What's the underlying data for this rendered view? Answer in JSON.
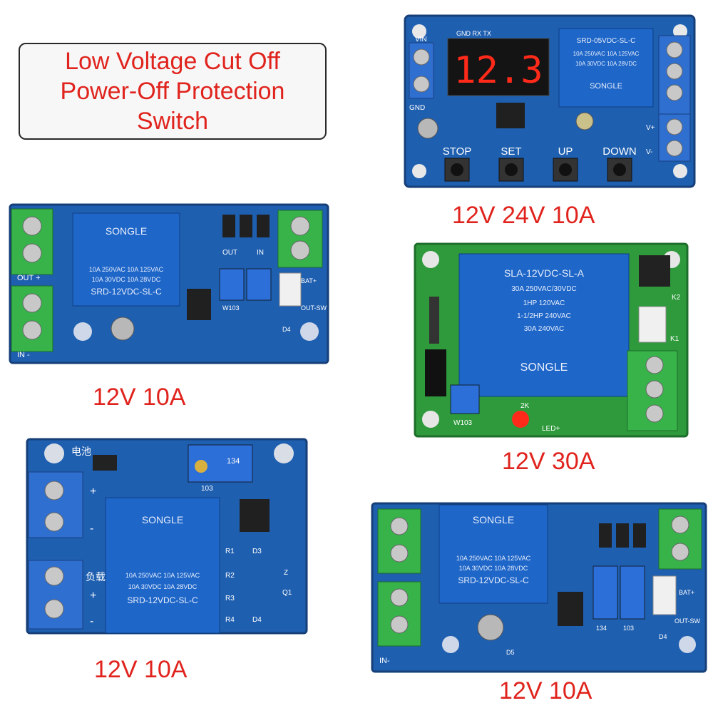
{
  "title": {
    "lines": [
      "Low Voltage Cut Off",
      "Power-Off Protection",
      "Switch"
    ]
  },
  "captions": {
    "board1": "12V 24V 10A",
    "board2": "12V 10A",
    "board3": "12V 30A",
    "board4": "12V 10A",
    "board5": "12V 10A"
  },
  "board1": {
    "display": "12.3",
    "buttons": [
      "STOP",
      "SET",
      "UP",
      "DOWN"
    ],
    "relay": [
      "SRD-05VDC-SL-C",
      "10A 250VAC 10A 125VAC",
      "10A 30VDC 10A 28VDC",
      "SONGLE"
    ],
    "labels": [
      "VIN",
      "GND",
      "V+",
      "V-",
      "GND RX TX"
    ]
  },
  "board2": {
    "relay": [
      "SONGLE",
      "10A 250VAC 10A 125VAC",
      "10A 30VDC 10A 28VDC",
      "SRD-12VDC-SL-C"
    ],
    "labels": [
      "OUT +",
      "IN -",
      "OUT",
      "IN",
      "BAT+",
      "OUT-SW",
      "W103",
      "D4"
    ]
  },
  "board3": {
    "relay": [
      "SLA-12VDC-SL-A",
      "30A 250VAC/30VDC",
      "1HP 120VAC",
      "1-1/2HP 240VAC",
      "30A 240VAC",
      "SONGLE"
    ],
    "labels": [
      "W103",
      "LED+",
      "K2",
      "K1",
      "2K"
    ]
  },
  "board4": {
    "relay": [
      "SONGLE",
      "10A 250VAC 10A 125VAC",
      "10A 30VDC 10A 28VDC",
      "SRD-12VDC-SL-C"
    ],
    "labels": [
      "电池",
      "负载",
      "+",
      "-",
      "+",
      "-",
      "103",
      "134",
      "R1",
      "R2",
      "R3",
      "R4",
      "D3",
      "D4",
      "Q1",
      "Z"
    ]
  },
  "board5": {
    "relay": [
      "SONGLE",
      "10A 250VAC 10A 125VAC",
      "10A 30VDC 10A 28VDC",
      "SRD-12VDC-SL-C"
    ],
    "labels": [
      "IN-",
      "BAT+",
      "OUT-SW",
      "134",
      "103",
      "D4",
      "D5"
    ]
  },
  "colors": {
    "caption_red": "#e0231d",
    "pcb_blue": "#1f5fb0",
    "pcb_green": "#2f9a3c",
    "terminal_blue": "#2f6fd0",
    "terminal_green": "#37b34a",
    "relay_blue": "#1e66c8",
    "led_red": "#ff2a1a"
  }
}
